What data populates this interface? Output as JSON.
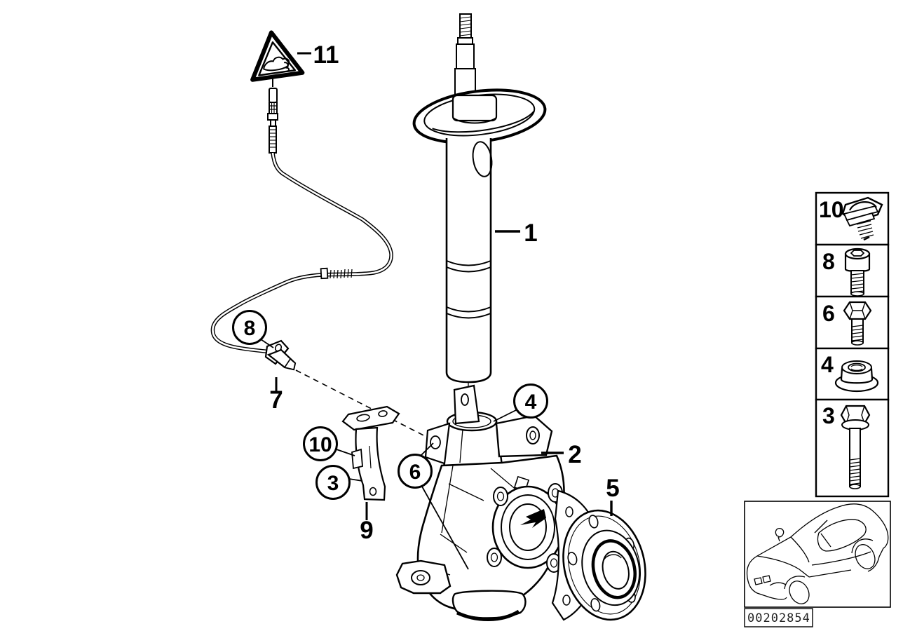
{
  "diagram": {
    "callouts": {
      "strut": {
        "label": "1"
      },
      "knuckle": {
        "label": "2"
      },
      "bolt_long": {
        "label": "3"
      },
      "nut": {
        "label": "4"
      },
      "hub": {
        "label": "5"
      },
      "bolt_hex": {
        "label": "6"
      },
      "sensor": {
        "label": "7"
      },
      "sensor_cable": {
        "label": "8"
      },
      "bracket": {
        "label": "9"
      },
      "cable_clip": {
        "label": "10"
      },
      "warning": {
        "label": "11"
      }
    },
    "icons": {
      "warning_triangle": "crush-hazard-warning-icon",
      "direction_arrow": "direction-arrow-icon"
    }
  },
  "sidebar": {
    "items": [
      {
        "label": "10",
        "icon": "cable-clip-icon"
      },
      {
        "label": "8",
        "icon": "socket-head-bolt-icon"
      },
      {
        "label": "6",
        "icon": "hex-flange-bolt-icon"
      },
      {
        "label": "4",
        "icon": "flange-nut-icon"
      },
      {
        "label": "3",
        "icon": "long-hex-bolt-icon"
      }
    ]
  },
  "thumbnail": {
    "icon": "car-outline-icon"
  },
  "footer": {
    "image_id": "00202854"
  },
  "colors": {
    "line": "#000000",
    "background": "#ffffff"
  }
}
